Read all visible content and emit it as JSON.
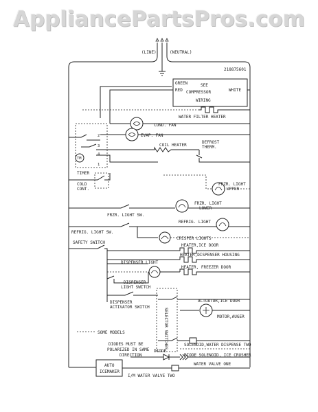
{
  "watermark": "AppliancePartsPros.com",
  "part_number": "218875601",
  "labels": {
    "line": "(LINE)",
    "neutral": "(NEUTRAL)",
    "green": "GREEN",
    "see": "SEE",
    "red": "RED",
    "white": "WHITE",
    "compressor": "COMPRESSOR",
    "wiring": "WIRING",
    "water_filter_heater": "WATER FILTER HEATER",
    "cond_fan": "COND. FAN",
    "evap_fan": "EVAP. FAN",
    "coil_heater": "COIL HEATER",
    "defrost": "DEFROST",
    "therm": "THERM.",
    "timer": "TIMER",
    "tm": "TM",
    "cold": "COLD",
    "cont": "CONT.",
    "frzr_light_upper_1": "FRZR. LIGHT",
    "frzr_light_upper_2": "UPPER",
    "frzr_light_lower_1": "FRZR. LIGHT",
    "frzr_light_lower_2": "LOWER",
    "frzr_light_sw": "FRZR. LIGHT SW.",
    "refrig_light": "REFRIG. LIGHT",
    "refrig_light_sw": "REFRIG. LIGHT SW.",
    "crisper_lights": "CRISPER LIGHTS",
    "safety_switch": "SAFETY SWITCH",
    "heater_ice_door": "HEATER,ICE DOOR",
    "dispenser_light": "DISPENSER LIGHT",
    "heater_dispenser_housing": "HEATER,DISPENSER HOUSING",
    "heater_freezer_door": "HEATER, FREEZER DOOR",
    "dispenser_light_switch_1": "DISPENSER",
    "dispenser_light_switch_2": "LIGHT SWITCH",
    "actuator_ice_door": "ACTUATOR,ICE DOOR",
    "dispenser_activator_1": "DISPENSER",
    "dispenser_activator_2": "ACTIVATOR SWITCH",
    "selector_switches": "SELECTOR SWITCHES",
    "motor_auger": "MOTOR,AUGER",
    "some_models": "SOME MODELS",
    "diodes_1": "DIODES MUST BE",
    "diodes_2": "POLARIZED IN SAME",
    "diodes_3": "DIRECTION",
    "solenoid_water": "SOLENOID,WATER DISPENSE TWO",
    "diode": "DIODE",
    "diode_solenoid": "DIODE SOLENOID, ICE CRUSHER",
    "water_valve_one": "WATER VALVE ONE",
    "auto_icemaker_1": "AUTO",
    "auto_icemaker_2": "ICEMAKER",
    "im_water_valve_two": "I/M WATER VALVE TWO"
  },
  "colors": {
    "ink": "#222222",
    "watermark": "#d6d6d6",
    "background": "#ffffff"
  }
}
